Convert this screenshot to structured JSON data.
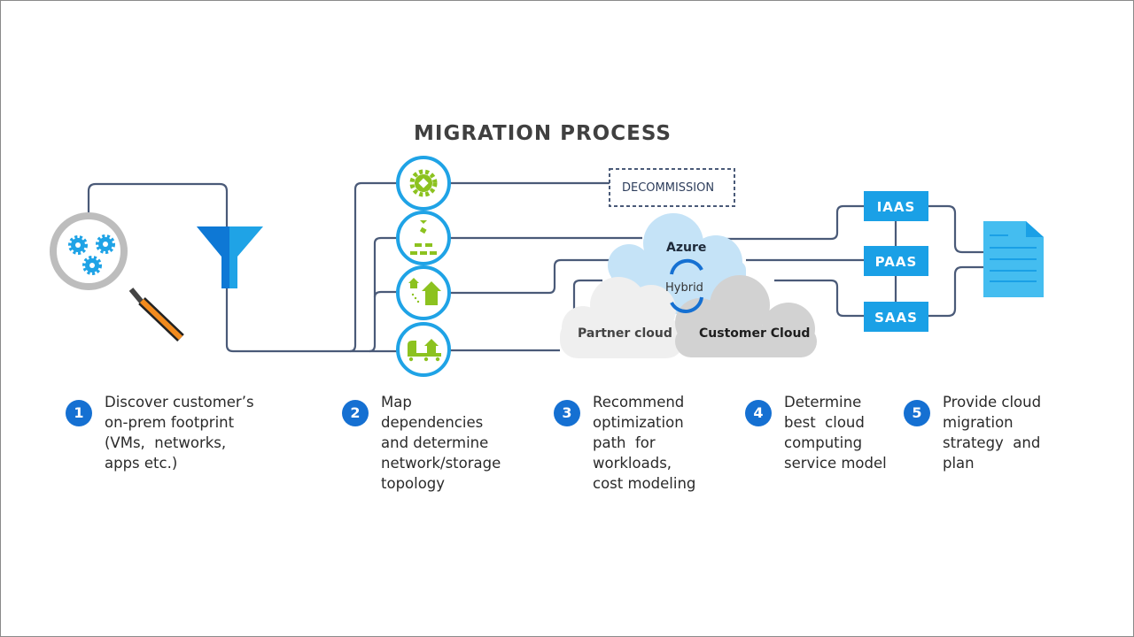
{
  "title": "MIGRATION PROCESS",
  "decommission": "DECOMMISSION",
  "clouds": {
    "azure": "Azure",
    "hybrid": "Hybrid",
    "partner": "Partner cloud",
    "customer": "Customer Cloud"
  },
  "service_models": [
    "IAAS",
    "PAAS",
    "SAAS"
  ],
  "colors": {
    "line": "#4a5a78",
    "ring": "#1fa3e6",
    "green": "#8cc21f",
    "blue_box": "#1aa0e6",
    "badge": "#1570d2",
    "azure_cloud": "#c5e3f7"
  },
  "icons": [
    "magnifier-gears-icon",
    "funnel-icon",
    "gear-icon",
    "dependency-blocks-icon",
    "house-move-icon",
    "truck-house-icon",
    "document-icon"
  ],
  "steps": [
    {
      "num": "1",
      "text": "Discover customer’s\non-prem footprint\n(VMs,  networks,\napps etc.)"
    },
    {
      "num": "2",
      "text": "Map\ndependencies\nand determine\nnetwork/storage\ntopology"
    },
    {
      "num": "3",
      "text": "Recommend\noptimization\npath  for\nworkloads,\ncost modeling"
    },
    {
      "num": "4",
      "text": "Determine\nbest  cloud\ncomputing\nservice model"
    },
    {
      "num": "5",
      "text": "Provide cloud\nmigration\nstrategy  and\nplan"
    }
  ]
}
